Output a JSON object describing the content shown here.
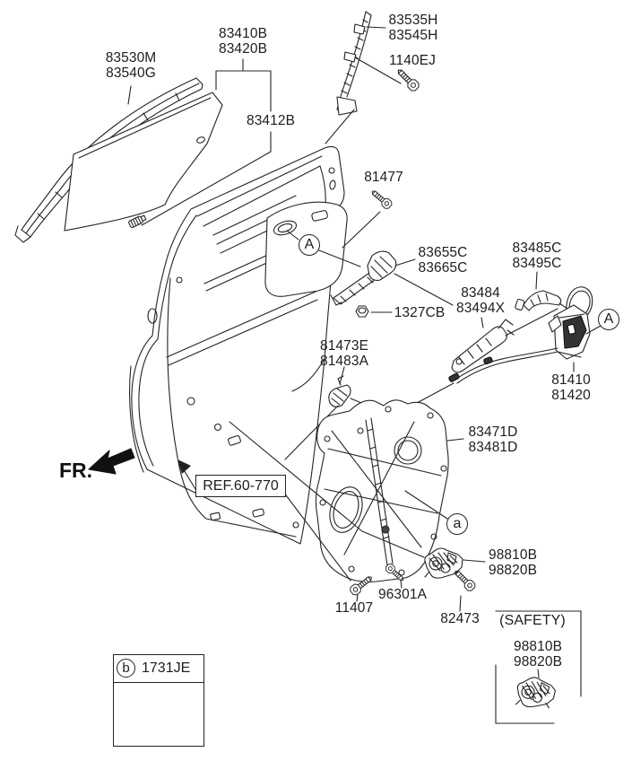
{
  "diagram": {
    "kind": "exploded-parts-diagram",
    "subject": "rear door window regulator, glass run and latch",
    "colors": {
      "line": "#222222",
      "text": "#1d1d1d",
      "background": "#ffffff"
    },
    "labels": {
      "weatherstrip": {
        "text": "83530M\n83540G"
      },
      "glass": {
        "text": "83410B\n83420B"
      },
      "glass_clip": {
        "text": "83412B"
      },
      "guide_channel": {
        "text": "83535H\n83545H"
      },
      "bolt_guide": {
        "text": "1140EJ"
      },
      "bolt_handle": {
        "text": "81477"
      },
      "inner_handle": {
        "text": "83655C\n83665C"
      },
      "outer_handle_bracket": {
        "text": "83485C\n83495C"
      },
      "outer_handle_base": {
        "text": "83484\n83494X"
      },
      "nut": {
        "text": "1327CB"
      },
      "latch_cover": {
        "text": "81473E\n81483A"
      },
      "latch": {
        "text": "81410\n81420"
      },
      "module_panel": {
        "text": "83471D\n83481D"
      },
      "motor": {
        "text": "98810B\n98820B"
      },
      "screw_module": {
        "text": "96301A"
      },
      "bolt_module": {
        "text": "11407"
      },
      "bolt_motor": {
        "text": "82473"
      },
      "safety_title": {
        "text": "(SAFETY)"
      },
      "safety_motor": {
        "text": "98810B\n98820B"
      },
      "grommet_code": {
        "text": "1731JE"
      },
      "reference": {
        "text": "REF.60-770"
      },
      "front_marker": {
        "text": "FR."
      }
    },
    "callouts": {
      "section_a_handle": "A",
      "section_a_latch": "A",
      "section_a_module": "a",
      "section_b_grommet": "b"
    }
  }
}
